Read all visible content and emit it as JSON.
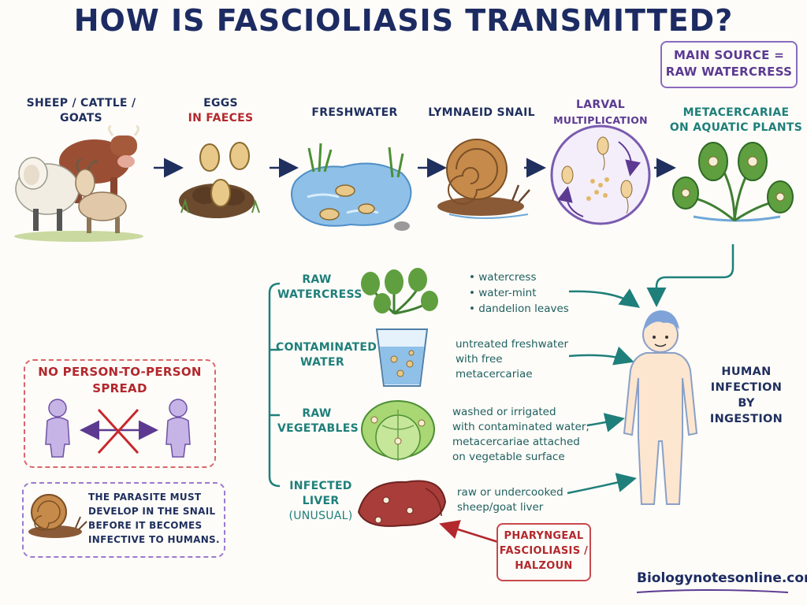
{
  "title": "HOW IS FASCIOLIASIS TRANSMITTED?",
  "main_source": {
    "line1": "MAIN SOURCE =",
    "line2": "RAW WATERCRESS"
  },
  "cycle": [
    {
      "line1": "SHEEP / CATTLE / GOATS",
      "line2": ""
    },
    {
      "line1": "EGGS",
      "line2": "IN FAECES"
    },
    {
      "line1": "FRESHWATER",
      "line2": ""
    },
    {
      "line1": "LYMNAEID SNAIL",
      "line2": ""
    },
    {
      "line1": "LARVAL",
      "line2": "MULTIPLICATION"
    },
    {
      "line1": "METACERCARIAE",
      "line2": "ON AQUATIC PLANTS"
    }
  ],
  "routes": [
    {
      "line1": "RAW",
      "line2": "WATERCRESS",
      "items": [
        "watercress",
        "water-mint",
        "dandelion leaves"
      ]
    },
    {
      "line1": "CONTAMINATED",
      "line2": "WATER",
      "note": [
        "untreated freshwater",
        "with free",
        "metacercariae"
      ]
    },
    {
      "line1": "RAW",
      "line2": "VEGETABLES",
      "note": [
        "washed or irrigated",
        "with contaminated water;",
        "metacercariae attached",
        "on vegetable surface"
      ]
    },
    {
      "line1": "INFECTED LIVER",
      "line2": "(UNUSUAL)",
      "note": [
        "raw or undercooked",
        "sheep/goat liver"
      ]
    }
  ],
  "human": {
    "line1": "HUMAN",
    "line2": "INFECTION",
    "line3": "BY",
    "line4": "INGESTION"
  },
  "no_spread": {
    "line1": "NO PERSON-TO-PERSON",
    "line2": "SPREAD"
  },
  "snail_note": [
    "THE PARASITE MUST",
    "DEVELOP IN THE SNAIL",
    "BEFORE IT BECOMES",
    "INFECTIVE TO HUMANS."
  ],
  "halzoun": [
    "PHARYNGEAL",
    "FASCIOLIASIS /",
    "HALZOUN"
  ],
  "footer": "Biologynotesonline.com"
}
